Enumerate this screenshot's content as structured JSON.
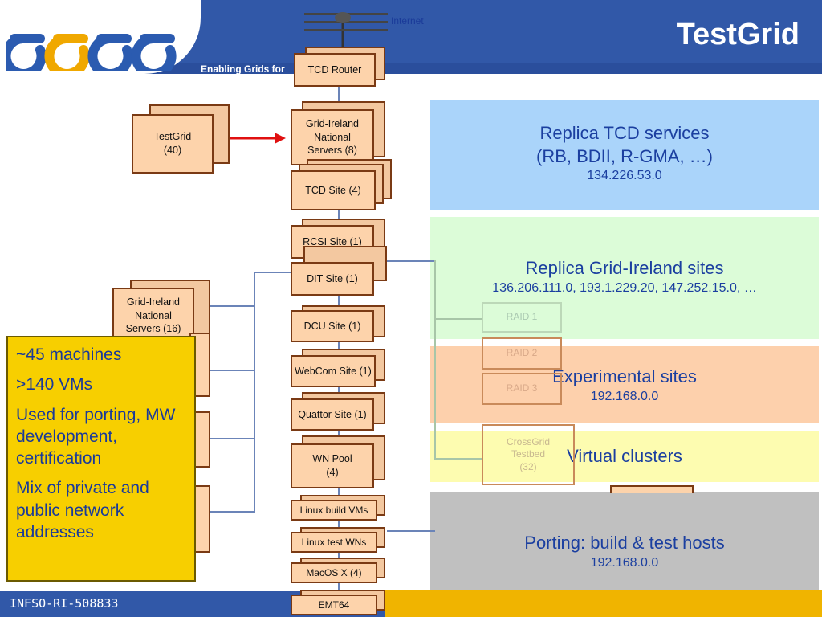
{
  "header": {
    "title": "TestGrid",
    "tagline": "Enabling Grids for",
    "logo_text": "egee",
    "internet_label": "Internet"
  },
  "footer": {
    "text": "INFSO-RI-508833"
  },
  "colors": {
    "header_blue": "#3158a8",
    "box_fill": "#fdd3ab",
    "zone_blue": "#aad4fa",
    "zone_green": "#dcfcd8",
    "zone_orange": "#fdd0ac",
    "zone_yellow": "#fdfcb0",
    "zone_gray": "#c0c0c0",
    "info_yellow": "#f7cf00",
    "text_blue": "#1b3fa0",
    "arrow_red": "#e01010"
  },
  "nodes": {
    "router": "TCD Router",
    "testgrid": "TestGrid\n(40)",
    "national_8": "Grid-Ireland\nNational\nServers (8)",
    "tcd_site": "TCD Site (4)",
    "rcsi_site": "RCSI Site (1)",
    "dit_site": "DIT Site (1)",
    "dcu_site": "DCU Site (1)",
    "webcom_site": "WebCom Site (1)",
    "quattor_site": "Quattor Site (1)",
    "wn_pool": "WN Pool\n(4)",
    "linux_build": "Linux build VMs",
    "linux_test": "Linux test WNs",
    "macos": "MacOS X (4)",
    "emt64": "EMT64",
    "national_16": "Grid-Ireland\nNational\nServers (16)",
    "raid1": "RAID 1",
    "raid2": "RAID 2",
    "raid3": "RAID 3",
    "crossgrid": "CrossGrid\nTestbed\n(32)"
  },
  "zones": {
    "replica_tcd": {
      "title": "Replica TCD services",
      "line2": "(RB, BDII, R-GMA, …)",
      "sub": "134.226.53.0"
    },
    "replica_gi": {
      "title": "Replica Grid-Ireland sites",
      "sub": "136.206.111.0, 193.1.229.20, 147.252.15.0, …"
    },
    "experimental": {
      "title": "Experimental sites",
      "sub": "192.168.0.0"
    },
    "virtual": {
      "title": "Virtual clusters"
    },
    "porting": {
      "title": "Porting: build & test hosts",
      "sub": "192.168.0.0"
    }
  },
  "info": {
    "items": [
      "~45 machines",
      ">140 VMs",
      "Used for porting, MW development, certification",
      "Mix of private and public network addresses"
    ]
  }
}
